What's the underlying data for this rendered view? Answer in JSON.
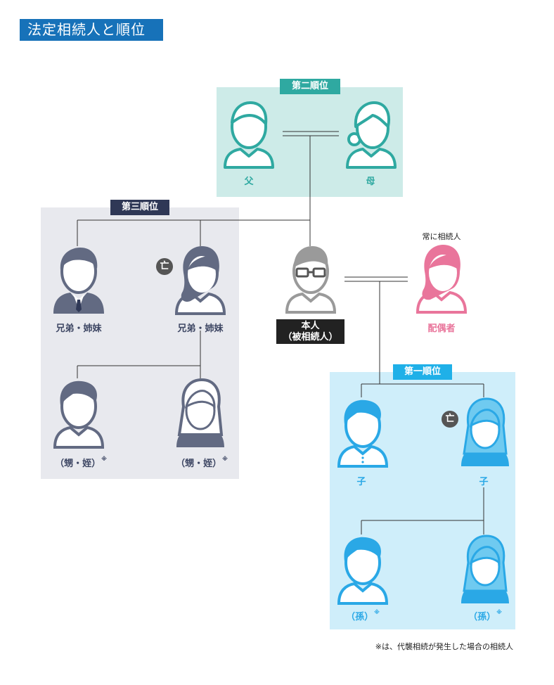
{
  "title": "法定相続人と順位",
  "ranks": {
    "second": "第二順位",
    "third": "第三順位",
    "first": "第一順位"
  },
  "people": {
    "father": "父",
    "mother": "母",
    "sibling": "兄弟・姉妹",
    "nephew_niece": "（甥・姪）",
    "decedent_line1": "本人",
    "decedent_line2": "（被相続人）",
    "spouse": "配偶者",
    "spouse_note": "常に相続人",
    "child": "子",
    "grandchild": "（孫）"
  },
  "deceased_mark": "亡",
  "asterisk": "※",
  "footnote": "※は、代襲相続が発生した場合の相続人",
  "colors": {
    "title_bg": "#1772b9",
    "second_bg": "#cdebe8",
    "second_accent": "#2fa9a1",
    "third_bg": "#e8e9ee",
    "third_accent": "#2f3856",
    "first_bg": "#cfeefa",
    "first_accent": "#1fb0e8",
    "spouse_accent": "#e9759b",
    "decedent_accent": "#9a9a9a"
  }
}
